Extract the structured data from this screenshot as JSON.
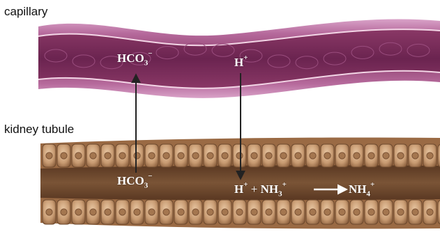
{
  "labels": {
    "capillary": "capillary",
    "kidney_tubule": "kidney tubule"
  },
  "capillary_ions": {
    "bicarbonate": {
      "base": "HCO",
      "sub": "3",
      "sup": "−"
    },
    "hydrogen": {
      "base": "H",
      "sup": "+"
    }
  },
  "tubule_ions": {
    "bicarbonate": {
      "base": "HCO",
      "sub": "3",
      "sup": "−"
    },
    "reaction": {
      "h": "H",
      "h_sup": "+",
      "plus": "+",
      "nh3": "NH",
      "nh3_sub": "3",
      "nh3_sup": "+",
      "nh4": "NH",
      "nh4_sub": "4",
      "nh4_sup": "+"
    }
  },
  "colors": {
    "capillary_outer": "#c07aab",
    "capillary_inner": "#7a2f5a",
    "tubule_wall": "#b9906c",
    "tubule_lumen": "#6b4529",
    "arrow": "#222222"
  }
}
